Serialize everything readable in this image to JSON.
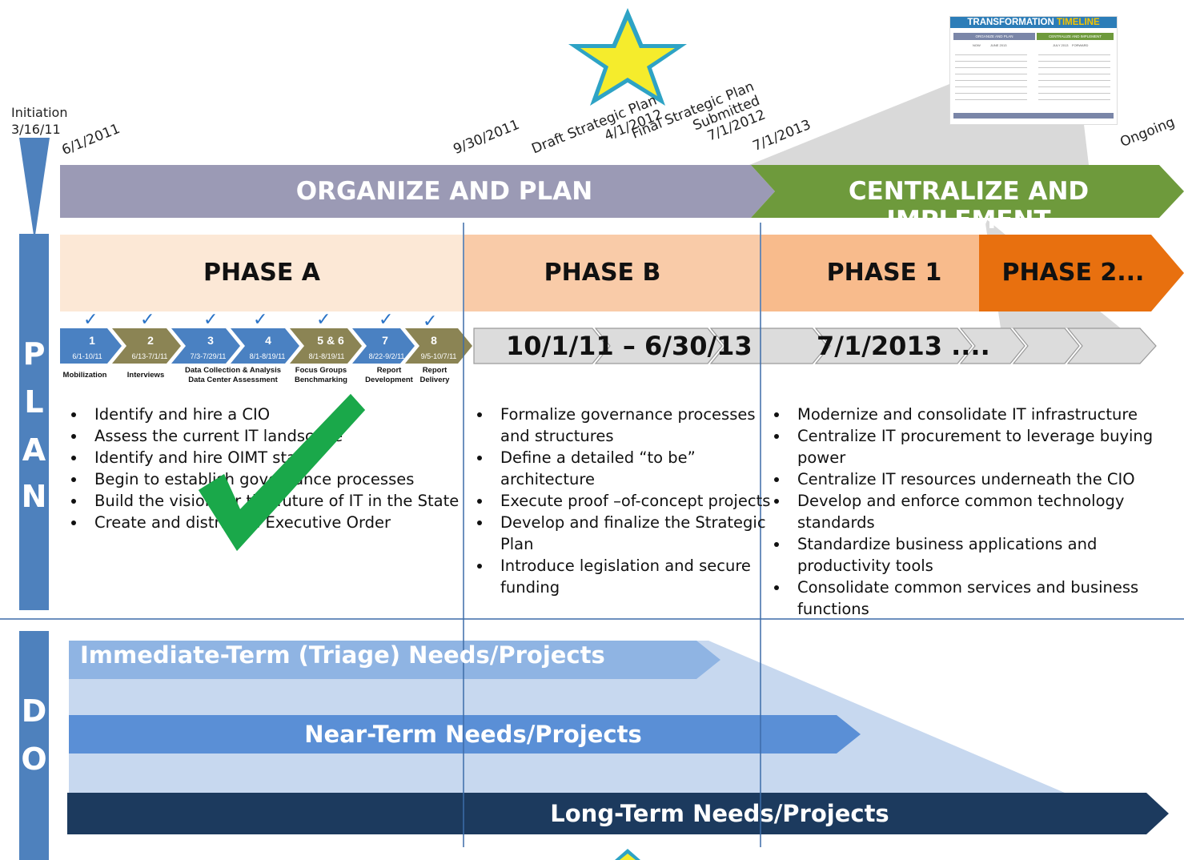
{
  "milestones": {
    "initiation_title": "Initiation",
    "initiation_date": "3/16/11",
    "d1": "6/1/2011",
    "d2": "9/30/2011",
    "draft_l1": "Draft Strategic Plan",
    "draft_l2": "4/1/2012",
    "final_l1": "Final Strategic Plan",
    "final_l2": "Submitted",
    "final_l3": "7/1/2012",
    "d3": "7/1/2013",
    "ongoing": "Ongoing"
  },
  "bars": {
    "organize": "ORGANIZE AND PLAN",
    "centralize": "CENTRALIZE AND IMPLEMENT"
  },
  "phases": {
    "a": "PHASE A",
    "b": "PHASE B",
    "one": "PHASE 1",
    "two": "PHASE 2..."
  },
  "steps": [
    {
      "num": "1",
      "date": "6/1-10/11",
      "label": "Mobilization"
    },
    {
      "num": "2",
      "date": "6/13-7/1/11",
      "label": "Interviews"
    },
    {
      "num": "3",
      "date": "7/3-7/29/11",
      "label": "Data Collection & Analysis\nData Center Assessment"
    },
    {
      "num": "4",
      "date": "8/1-8/19/11",
      "label": ""
    },
    {
      "num": "5 & 6",
      "date": "8/1-8/19/11",
      "label": "Focus Groups\nBenchmarking"
    },
    {
      "num": "7",
      "date": "8/22-9/2/11",
      "label": "Report\nDevelopment"
    },
    {
      "num": "8",
      "date": "9/5-10/7/11",
      "label": "Report\nDelivery"
    }
  ],
  "ranges": {
    "b": "10/1/11 – 6/30/13",
    "one": "7/1/2013 ...."
  },
  "side": {
    "plan": [
      "P",
      "L",
      "A",
      "N"
    ],
    "do": [
      "D",
      "O"
    ]
  },
  "bullets_a": [
    "Identify and hire a CIO",
    "Assess the current IT landscape",
    "Identify and hire OIMT staff",
    "Begin to establish governance processes",
    "Build the vision for the future of IT in the State",
    "Create and  distribute Executive Order"
  ],
  "bullets_b": [
    "Formalize governance processes and structures",
    "Define a detailed “to be” architecture",
    "Execute proof –of-concept projects",
    "Develop and finalize the Strategic Plan",
    "Introduce legislation and secure funding"
  ],
  "bullets_1": [
    "Modernize and consolidate IT infrastructure",
    "Centralize IT procurement to leverage buying power",
    "Centralize IT resources underneath the CIO",
    "Develop and enforce common technology standards",
    "Standardize business applications and productivity tools",
    "Consolidate common services and business functions"
  ],
  "do_bars": {
    "immediate": "Immediate-Term (Triage) Needs/Projects",
    "near": "Near-Term Needs/Projects",
    "long": "Long-Term Needs/Projects"
  },
  "thumb": {
    "title_a": "TRANSFORMATION ",
    "title_b": "TIMELINE",
    "left_bar": "ORGANIZE AND PLAN",
    "right_bar": "CENTRALIZE AND IMPLEMENT",
    "now": "NOW",
    "june": "JUNE 2013",
    "july": "JULY 2013",
    "forward": "FORWARD"
  },
  "colors": {
    "organize": "#9b9ab5",
    "centralize": "#6e9a3c",
    "side": "#4e81bd",
    "phase_a": "#fce8d6",
    "phase_b": "#f9cba8",
    "phase_1": "#f8bb8c",
    "phase_2": "#e8700f",
    "step_blue": "#4a81c2",
    "step_olive": "#8b8454",
    "check_green": "#1aa84a",
    "immediate": "#8fb4e3",
    "near": "#5a8fd6",
    "long": "#1c3a5e"
  }
}
